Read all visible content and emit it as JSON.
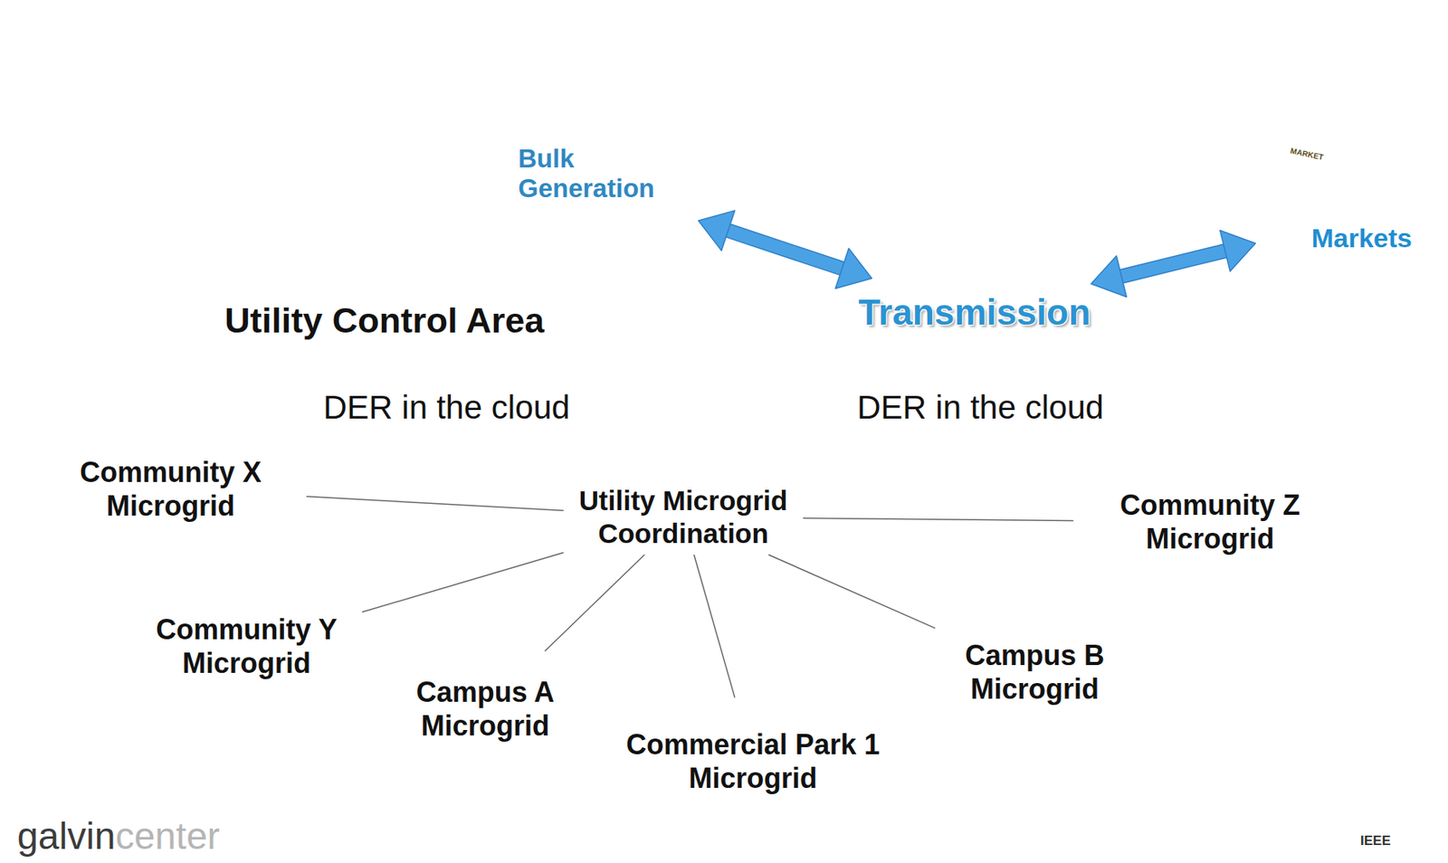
{
  "diagram": {
    "nodes": [
      {
        "text": [
          "Bulk Generation"
        ]
      },
      {
        "text": [
          "Transmission"
        ]
      },
      {
        "text": [
          "Markets"
        ]
      },
      {
        "text": [
          "Utility Control Area"
        ]
      },
      {
        "text": [
          "Utility Microgrid Coordination"
        ],
        "in": 3
      },
      {
        "text": [
          "Community X Microgrid"
        ],
        "in": 3
      },
      {
        "text": [
          "Community Z Microgrid"
        ],
        "in": 3
      },
      {
        "text": [
          "Community Y Microgrid"
        ],
        "in": 3
      },
      {
        "text": [
          "Campus B Microgrid"
        ],
        "in": 3
      },
      {
        "text": [
          "Campus A Microgrid"
        ],
        "in": 3
      },
      {
        "text": [
          "Commercial Park 1 Microgrid"
        ],
        "in": 3
      }
    ],
    "edges": [
      {
        "from": 0,
        "to": 1,
        "arrow": "both"
      },
      {
        "from": 1,
        "to": 2,
        "arrow": "both"
      },
      {
        "from": 4,
        "to": 5,
        "arrow": "none"
      },
      {
        "from": 4,
        "to": 6,
        "arrow": "none"
      },
      {
        "from": 4,
        "to": 7,
        "arrow": "none"
      },
      {
        "from": 4,
        "to": 8,
        "arrow": "none"
      },
      {
        "from": 4,
        "to": 9,
        "arrow": "none"
      },
      {
        "from": 4,
        "to": 10,
        "arrow": "none"
      }
    ],
    "labels": [
      "DER in the cloud",
      "DER in the cloud",
      "MARKET",
      "galvin",
      "center",
      "IEEE"
    ]
  }
}
